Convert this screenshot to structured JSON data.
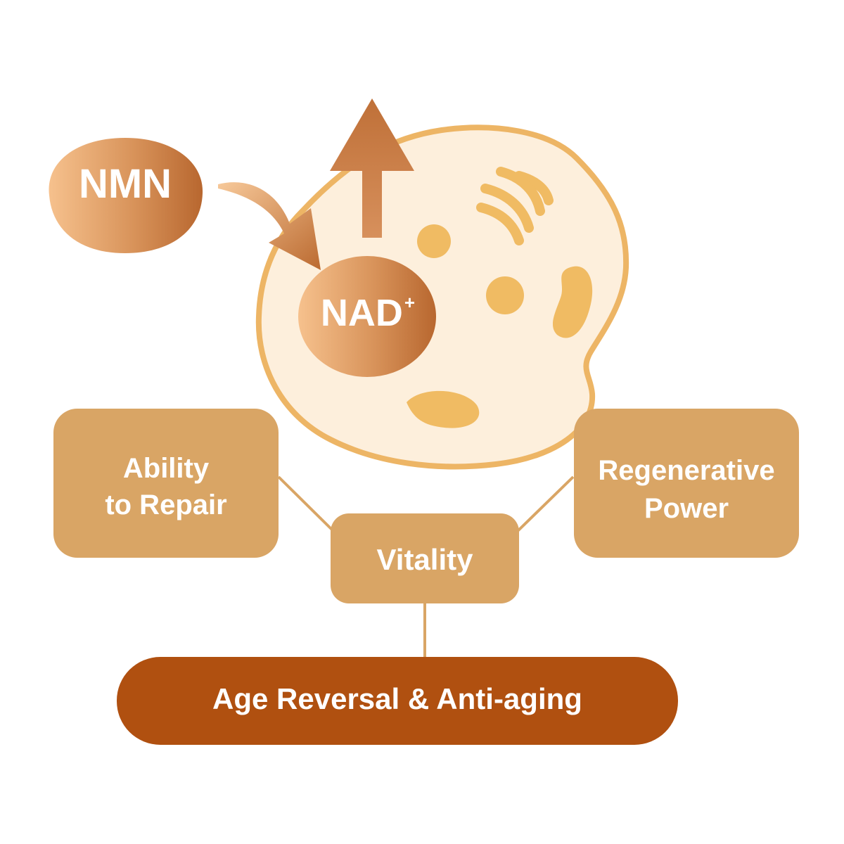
{
  "diagram": {
    "nmn": "NMN",
    "nad": {
      "base": "NAD",
      "superscript": "+"
    },
    "ability_to_repair": {
      "line1": "Ability",
      "line2": "to Repair"
    },
    "regenerative_power": {
      "line1": "Regenerative",
      "line2": "Power"
    },
    "vitality": "Vitality",
    "age_reversal": "Age Reversal & Anti-aging"
  },
  "colors": {
    "cell_fill": "#fdefdc",
    "cell_outline": "#edb565",
    "organelle": "#f0bb63",
    "box": "#d9a565",
    "connector": "#d9a565",
    "banner": "#b05010",
    "gradient_light": "#f6c18d",
    "gradient_dark": "#b8672f",
    "text": "#ffffff"
  }
}
